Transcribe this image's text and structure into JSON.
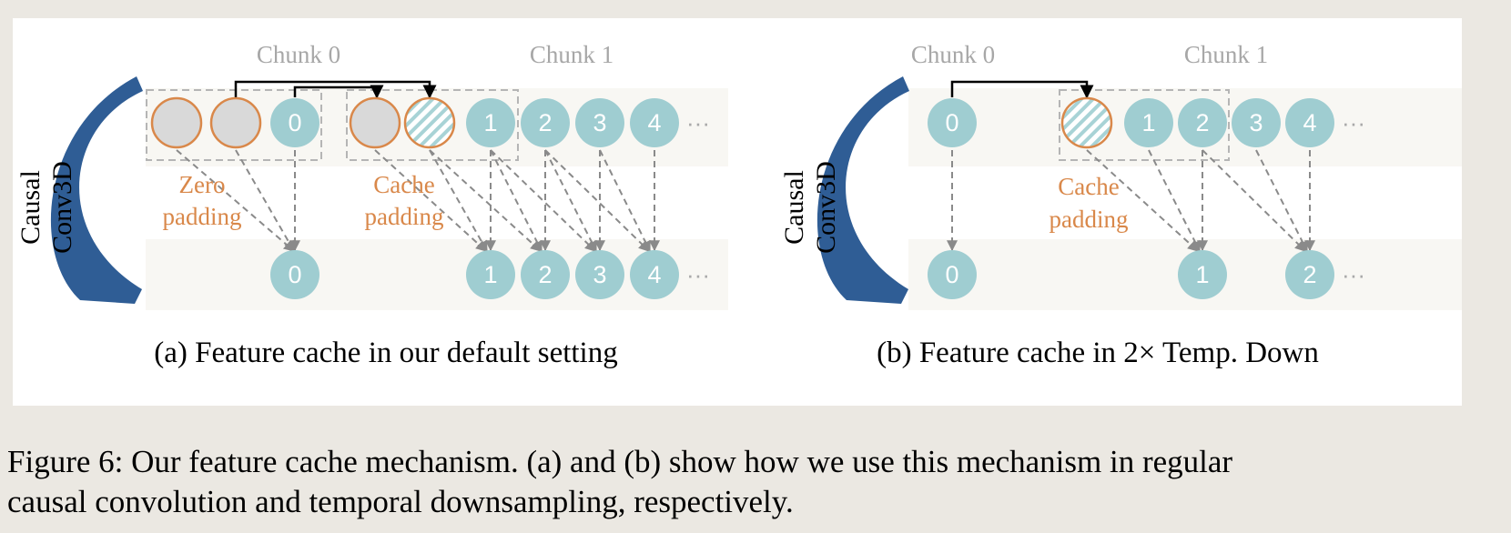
{
  "panel_a": {
    "chunk0_label": "Chunk 0",
    "chunk1_label": "Chunk 1",
    "zero_padding_line1": "Zero",
    "zero_padding_line2": "padding",
    "cache_padding_line1": "Cache",
    "cache_padding_line2": "padding",
    "conv_label_line1": "Causal",
    "conv_label_line2": "Conv3D",
    "input_labels": [
      "0",
      "1",
      "2",
      "3",
      "4"
    ],
    "output_labels": [
      "0",
      "1",
      "2",
      "3",
      "4"
    ],
    "ellipsis": "···",
    "caption": "(a) Feature cache in our default setting"
  },
  "panel_b": {
    "chunk0_label": "Chunk 0",
    "chunk1_label": "Chunk 1",
    "cache_padding_line1": "Cache",
    "cache_padding_line2": "padding",
    "conv_label_line1": "Causal",
    "conv_label_line2": "Conv3D",
    "input_labels": [
      "0",
      "1",
      "2",
      "3",
      "4"
    ],
    "output_labels": [
      "0",
      "1",
      "2"
    ],
    "ellipsis": "···",
    "caption": "(b) Feature cache in 2× Temp. Down"
  },
  "colors": {
    "node_fill": "#9fcdd1",
    "padding_stroke": "#d9884a",
    "padding_fill": "#d9d9d9",
    "arrow_curve": "#2f5d95",
    "dashed_arrow": "#8a8a8a"
  },
  "figure_caption": {
    "line1": "Figure 6: Our feature cache mechanism. (a) and (b) show how we use this mechanism in regular",
    "line2": "causal convolution and temporal downsampling, respectively."
  }
}
